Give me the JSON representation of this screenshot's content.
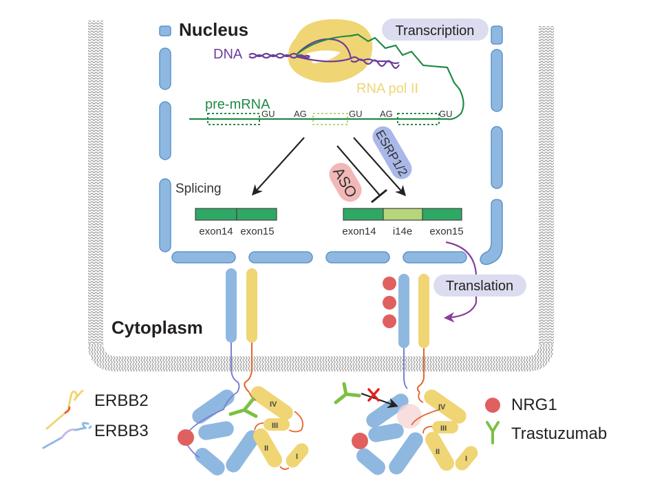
{
  "compartments": {
    "nucleus": "Nucleus",
    "cytoplasm": "Cytoplasm"
  },
  "transcription": {
    "badge": "Transcription",
    "dna_label": "DNA",
    "polymerase_label": "RNA pol II",
    "pre_mrna_label": "pre-mRNA",
    "splice_sites": [
      "GU",
      "AG",
      "GU",
      "AG",
      "GU"
    ]
  },
  "splicing": {
    "label": "Splicing",
    "regulators": {
      "aso": "ASO",
      "esrp": "ESRP1/2"
    },
    "isoform_canonical": {
      "exons": [
        "exon14",
        "exon15"
      ]
    },
    "isoform_alternative": {
      "exons": [
        "exon14",
        "i14e",
        "exon15"
      ]
    }
  },
  "translation": {
    "badge": "Translation"
  },
  "receptors": {
    "domains": [
      "IV",
      "III",
      "II",
      "I"
    ]
  },
  "legend": {
    "erbb2": "ERBB2",
    "erbb3": "ERBB3",
    "nrg1": "NRG1",
    "trastuzumab": "Trastuzumab"
  },
  "colors": {
    "erbb2": "#f0d575",
    "erbb3": "#8fb8e0",
    "nucleus_envelope": "#8fb8e0",
    "exon": "#2fa865",
    "alt_exon": "#b5d67a",
    "nrg1": "#e06060",
    "trastuzumab": "#7ac143",
    "dna": "#6a3d9a",
    "pre_mrna": "#1e8a45",
    "rna_pol": "#f0d575",
    "membrane": "#9a9a9a",
    "aso_badge": "#f2b8b8",
    "esrp_badge": "#a9b8e8",
    "process_badge": "#dcdcf0",
    "translation_arrow": "#8a3d9a"
  }
}
